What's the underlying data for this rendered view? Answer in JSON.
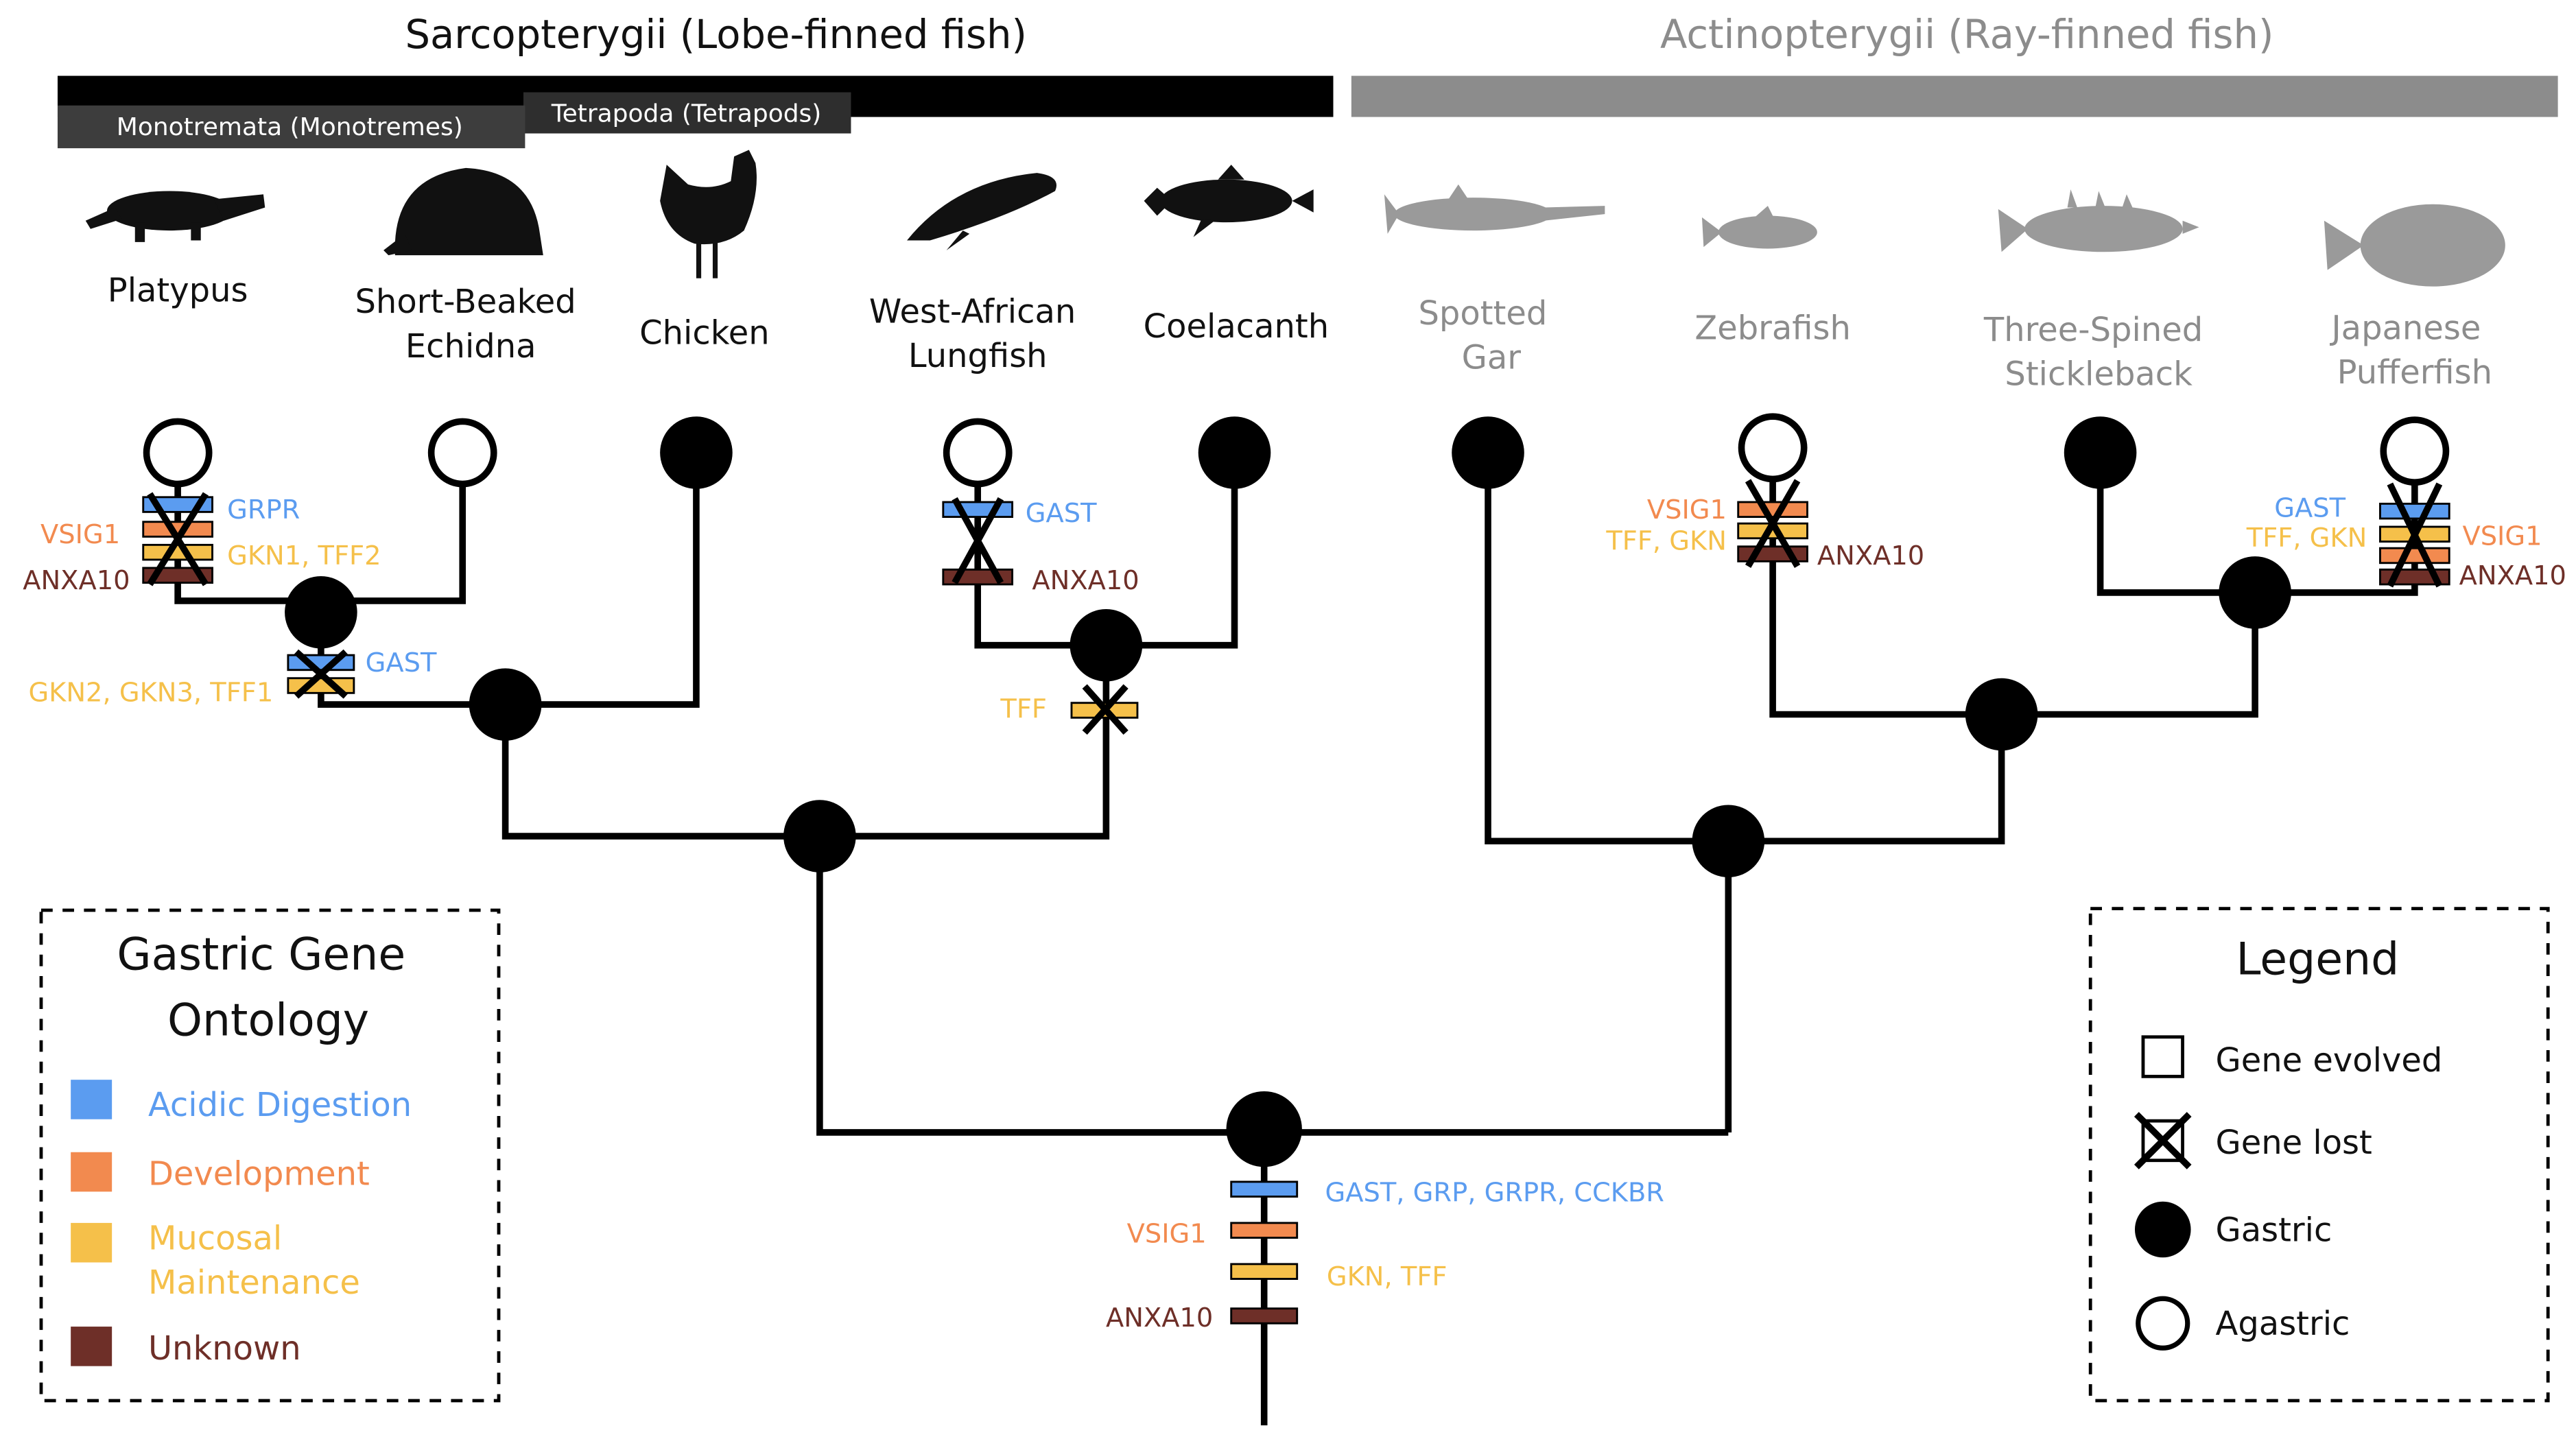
{
  "clades": {
    "sarcopterygii": "Sarcopterygii (Lobe-finned fish)",
    "actinopterygii": "Actinopterygii (Ray-finned fish)",
    "monotremata": "Monotremata (Monotremes)",
    "tetrapoda": "Tetrapoda (Tetrapods)"
  },
  "species": {
    "platypus": "Platypus",
    "echidna": [
      "Short-Beaked",
      "Echidna"
    ],
    "chicken": "Chicken",
    "lungfish": [
      "West-African",
      "Lungfish"
    ],
    "coelacanth": "Coelacanth",
    "gar": [
      "Spotted",
      "Gar"
    ],
    "zebrafish": "Zebrafish",
    "stickleback": [
      "Three-Spined",
      "Stickleback"
    ],
    "pufferfish": [
      "Japanese",
      "Pufferfish"
    ]
  },
  "gene_labels": {
    "platypus_grpr": "GRPR",
    "platypus_vsig1": "VSIG1",
    "platypus_gkn1_tff2": "GKN1, TFF2",
    "platypus_anxa10": "ANXA10",
    "monotreme_gast": "GAST",
    "monotreme_gkn_tff": "GKN2, GKN3, TFF1",
    "lungfish_gast": "GAST",
    "lungfish_anxa10": "ANXA10",
    "lungfish_coel_tff": "TFF",
    "zebrafish_vsig1": "VSIG1",
    "zebrafish_tff_gkn": "TFF, GKN",
    "zebrafish_anxa10": "ANXA10",
    "puffer_gast": "GAST",
    "puffer_tff_gkn": "TFF, GKN",
    "puffer_vsig1": "VSIG1",
    "puffer_anxa10": "ANXA10",
    "root_acid": "GAST, GRP, GRPR, CCKBR",
    "root_vsig1": "VSIG1",
    "root_gkn_tff": "GKN, TFF",
    "root_anxa10": "ANXA10"
  },
  "ontology": {
    "title": [
      "Gastric Gene",
      "Ontology"
    ],
    "acidic": "Acidic Digestion",
    "development": "Development",
    "mucosal": [
      "Mucosal",
      "Maintenance"
    ],
    "unknown": "Unknown"
  },
  "legend": {
    "title": "Legend",
    "gene_evolved": "Gene evolved",
    "gene_lost": "Gene lost",
    "gastric": "Gastric",
    "agastric": "Agastric"
  },
  "colors": {
    "acidic": "#5b9cf0",
    "development": "#f28a4f",
    "mucosal": "#f5c04a",
    "unknown": "#6e2f28",
    "actino_text": "#8c8c8c",
    "silhouette_sarco": "#111111",
    "silhouette_actino": "#9a9a9a"
  },
  "icons": {
    "platypus": "platypus-silhouette-icon",
    "echidna": "echidna-silhouette-icon",
    "chicken": "chicken-silhouette-icon",
    "lungfish": "lungfish-silhouette-icon",
    "coelacanth": "coelacanth-silhouette-icon",
    "gar": "gar-silhouette-icon",
    "zebrafish": "zebrafish-silhouette-icon",
    "stickleback": "stickleback-silhouette-icon",
    "pufferfish": "pufferfish-silhouette-icon"
  }
}
